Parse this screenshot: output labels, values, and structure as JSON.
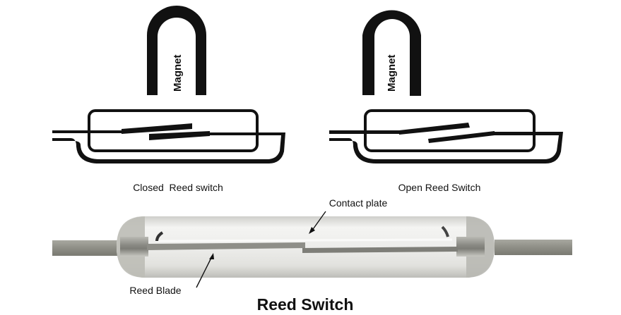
{
  "diagram": {
    "title": "Reed Switch",
    "panels": [
      {
        "id": "closed",
        "magnet_label": "Magnet",
        "caption": "Closed  Reed switch",
        "state": "closed"
      },
      {
        "id": "open",
        "magnet_label": "Magnet",
        "caption": "Open Reed Switch",
        "state": "open"
      }
    ],
    "photo": {
      "annotations": [
        {
          "id": "contact",
          "label": "Contact plate"
        },
        {
          "id": "blade",
          "label": "Reed Blade"
        }
      ]
    },
    "colors": {
      "ink": "#111111",
      "glass": "#e9e9e6",
      "metal": "#8a8a84",
      "lead": "#9a9a92"
    }
  }
}
